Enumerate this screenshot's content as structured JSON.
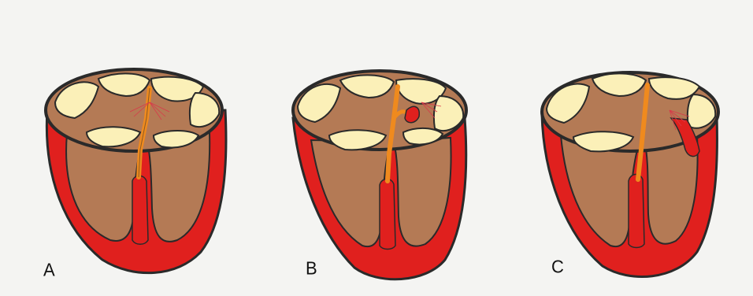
{
  "panels": [
    {
      "id": "A",
      "label": "A"
    },
    {
      "id": "B",
      "label": "B"
    },
    {
      "id": "C",
      "label": "C"
    }
  ],
  "colors": {
    "myocardium": "#e0201e",
    "cavity": "#b47a55",
    "valve": "#fbf0b8",
    "artery": "#ef8a1e",
    "outline": "#2a2a2a",
    "paper": "#f4f4f2"
  }
}
